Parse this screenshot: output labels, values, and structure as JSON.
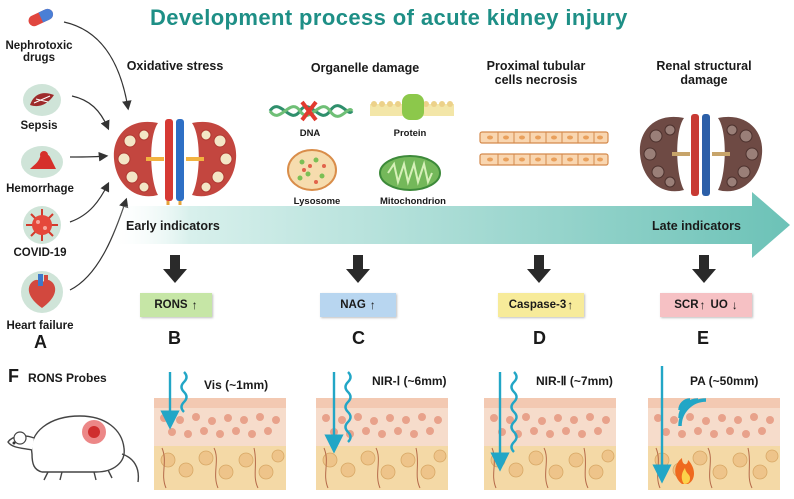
{
  "title": "Development process of acute kidney injury",
  "causes": [
    {
      "label": "Nephrotoxic drugs",
      "icon": "pill-icon"
    },
    {
      "label": "Sepsis",
      "icon": "sepsis-icon"
    },
    {
      "label": "Hemorrhage",
      "icon": "blood-drop-icon"
    },
    {
      "label": "COVID-19",
      "icon": "virus-icon"
    },
    {
      "label": "Heart failure",
      "icon": "heart-icon"
    }
  ],
  "stages": {
    "oxidative": "Oxidative stress",
    "organelle": "Organelle damage",
    "proximal": "Proximal tubular cells necrosis",
    "structural": "Renal structural damage"
  },
  "organelles": {
    "dna": "DNA",
    "protein": "Protein",
    "lysosome": "Lysosome",
    "mitochondrion": "Mitochondrion"
  },
  "indicators": {
    "early": "Early indicators",
    "late": "Late indicators"
  },
  "markers": {
    "rons": "RONS",
    "nag": "NAG",
    "caspase": "Caspase-3",
    "scr": "SCR",
    "uo": "UO",
    "up_arrow": "↑",
    "down_arrow": "↓"
  },
  "panel_letters": {
    "a": "A",
    "b": "B",
    "c": "C",
    "d": "D",
    "e": "E",
    "f": "F"
  },
  "probes": {
    "title": "RONS Probes",
    "vis": "Vis (~1mm)",
    "nir1": "NIR-Ⅰ (~6mm)",
    "nir2": "NIR-Ⅱ (~7mm)",
    "pa": "PA (~50mm)"
  },
  "colors": {
    "title": "#1e8f86",
    "arrow_teal": "#7ec9c1",
    "rons_box": "#c6e6a6",
    "nag_box": "#b8d6f0",
    "caspase_box": "#f7eb9a",
    "scr_box": "#f6c1c4",
    "probe_arrow": "#22a6c6"
  }
}
